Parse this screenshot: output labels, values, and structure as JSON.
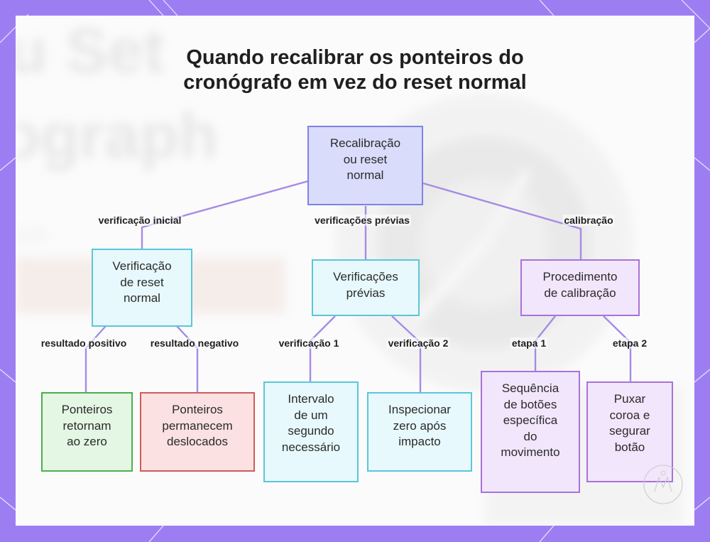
{
  "title": {
    "line1": "Quando recalibrar os ponteiros do",
    "line2": "cronógrafo em vez do reset normal"
  },
  "nodes": {
    "root": "Recalibração\nou reset\nnormal",
    "normal_reset_check": "Verificação\nde reset\nnormal",
    "prior_checks": "Verificações\nprévias",
    "calibration_procedure": "Procedimento\nde calibração",
    "hands_return": "Ponteiros\nretornam\nao zero",
    "hands_displaced": "Ponteiros\npermanecem\ndeslocados",
    "one_second_interval": "Intervalo\nde um\nsegundo\nnecessário",
    "inspect_zero": "Inspecionar\nzero após\nimpacto",
    "button_sequence": "Sequência\nde botões\nespecífica\ndo\nmovimento",
    "pull_crown": "Puxar\ncoroa e\nsegurar\nbotão"
  },
  "edges": {
    "initial_check": "verificação inicial",
    "prior_checks": "verificações prévias",
    "calibration": "calibração",
    "positive_result": "resultado positivo",
    "negative_result": "resultado negativo",
    "check_1": "verificação 1",
    "check_2": "verificação 2",
    "step_1": "etapa 1",
    "step_2": "etapa 2"
  },
  "colors": {
    "background": "#9d7ef2",
    "edge": "#a58be6",
    "root": "#7d84e0",
    "cyan": "#5cc6d8",
    "purple": "#a972d8",
    "green": "#4eae4e",
    "red": "#d35a5a"
  }
}
